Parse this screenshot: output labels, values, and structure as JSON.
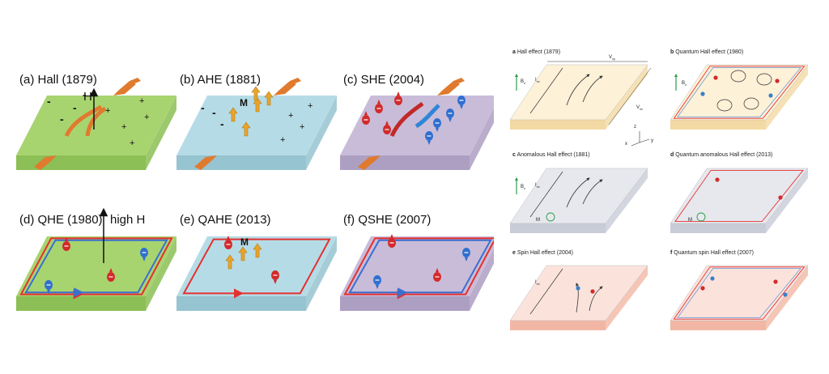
{
  "left_panels": {
    "a": {
      "label": "(a) Hall (1879)",
      "field": "H"
    },
    "b": {
      "label": "(b) AHE (1881)",
      "magnet": "M"
    },
    "c": {
      "label": "(c) SHE (2004)"
    },
    "d": {
      "label": "(d) QHE (1980)",
      "field": "high H"
    },
    "e": {
      "label": "(e) QAHE (2013)",
      "magnet": "M"
    },
    "f": {
      "label": "(f) QSHE (2007)"
    }
  },
  "right_panels": {
    "a": {
      "letter": "a",
      "title": "Hall effect (1879)",
      "bz": "B",
      "bz_sub": "z",
      "ixx": "I",
      "ixx_sub": "xx",
      "vxy": "V",
      "vxy_sub": "xy",
      "vxx": "V",
      "vxx_sub": "xx",
      "axes": {
        "x": "x",
        "y": "y",
        "z": "z"
      }
    },
    "b": {
      "letter": "b",
      "title": "Quantum Hall effect (1980)",
      "bz": "B",
      "bz_sub": "z"
    },
    "c": {
      "letter": "c",
      "title": "Anomalous Hall effect (1881)",
      "bz": "B",
      "bz_sub": "z",
      "ixx": "I",
      "ixx_sub": "xx",
      "m": "M"
    },
    "d": {
      "letter": "d",
      "title": "Quantum anomalous Hall effect (2013)",
      "m": "M"
    },
    "e": {
      "letter": "e",
      "title": "Spin Hall effect (2004)",
      "ixx": "I",
      "ixx_sub": "xx"
    },
    "f": {
      "letter": "f",
      "title": "Quantum spin Hall effect (2007)"
    }
  },
  "colors": {
    "green": "#a8d470",
    "green_side": "#8cbf55",
    "blue": "#b5dce6",
    "blue_side": "#96c4d0",
    "purple": "#c9bcd9",
    "purple_side": "#ad9fc2",
    "orange_lead": "#e07a2e",
    "red_edge": "#e53030",
    "blue_edge": "#3a6fcf",
    "cream": "#fdf1d7",
    "cream_side": "#f3d9a3",
    "grey": "#e6e8ee",
    "grey_side": "#c8ccd6",
    "pink": "#fbe3dc",
    "pink_side": "#f2b6a4"
  }
}
